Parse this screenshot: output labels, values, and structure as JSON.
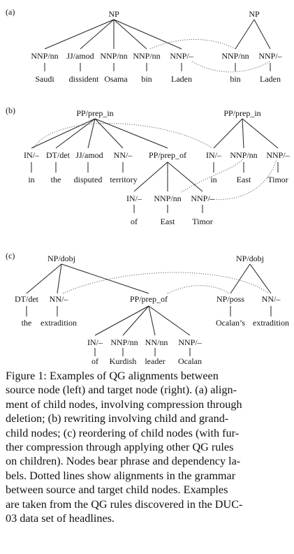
{
  "panels": [
    {
      "label": "(a)",
      "roots": [
        {
          "id": "a_src",
          "text": "NP"
        },
        {
          "id": "a_tgt",
          "text": "NP"
        }
      ],
      "nodes": [
        {
          "id": "a1",
          "text": "NNP/nn",
          "word": "Saudi"
        },
        {
          "id": "a2",
          "text": "JJ/amod",
          "word": "dissident"
        },
        {
          "id": "a3",
          "text": "NNP/nn",
          "word": "Osama"
        },
        {
          "id": "a4",
          "text": "NNP/nn",
          "word": "bin"
        },
        {
          "id": "a5",
          "text": "NNP/–",
          "word": "Laden"
        },
        {
          "id": "a6",
          "text": "NNP/nn",
          "word": "bin"
        },
        {
          "id": "a7",
          "text": "NNP/–",
          "word": "Laden"
        }
      ]
    },
    {
      "label": "(b)",
      "roots": [
        {
          "id": "b_src",
          "text": "PP/prep_in"
        },
        {
          "id": "b_tgt",
          "text": "PP/prep_in"
        }
      ],
      "nodes": [
        {
          "id": "b1",
          "text": "IN/–",
          "word": "in"
        },
        {
          "id": "b2",
          "text": "DT/det",
          "word": "the"
        },
        {
          "id": "b3",
          "text": "JJ/amod",
          "word": "disputed"
        },
        {
          "id": "b4",
          "text": "NN/–",
          "word": "territory"
        },
        {
          "id": "b5",
          "text": "PP/prep_of",
          "word": ""
        },
        {
          "id": "b6",
          "text": "IN/–",
          "word": "of"
        },
        {
          "id": "b7",
          "text": "NNP/nn",
          "word": "East"
        },
        {
          "id": "b8",
          "text": "NNP/–",
          "word": "Timor"
        },
        {
          "id": "b9",
          "text": "IN/–",
          "word": "in"
        },
        {
          "id": "b10",
          "text": "NNP/nn",
          "word": "East"
        },
        {
          "id": "b11",
          "text": "NNP/–",
          "word": "Timor"
        }
      ]
    },
    {
      "label": "(c)",
      "roots": [
        {
          "id": "c_src",
          "text": "NP/dobj"
        },
        {
          "id": "c_tgt",
          "text": "NP/dobj"
        }
      ],
      "nodes": [
        {
          "id": "c1",
          "text": "DT/det",
          "word": "the"
        },
        {
          "id": "c2",
          "text": "NN/–",
          "word": "extradition"
        },
        {
          "id": "c3",
          "text": "PP/prep_of",
          "word": ""
        },
        {
          "id": "c4",
          "text": "IN/–",
          "word": "of"
        },
        {
          "id": "c5",
          "text": "NNP/nn",
          "word": "Kurdish"
        },
        {
          "id": "c6",
          "text": "NN/nn",
          "word": "leader"
        },
        {
          "id": "c7",
          "text": "NNP/–",
          "word": "Ocalan"
        },
        {
          "id": "c8",
          "text": "NP/poss",
          "word": "Ocalan’s"
        },
        {
          "id": "c9",
          "text": "NN/–",
          "word": "extradition"
        }
      ]
    }
  ],
  "caption": {
    "lines": [
      "Figure 1:    Examples of QG alignments between",
      "source node (left) and target node (right). (a) align-",
      "ment of child nodes, involving compression through",
      "deletion; (b) rewriting involving child and grand-",
      "child nodes; (c) reordering of child nodes (with fur-",
      "ther compression through applying other QG rules",
      "on children). Nodes bear phrase and dependency la-",
      "bels. Dotted lines show alignments in the grammar",
      "between source and target child nodes.  Examples",
      "are taken from the QG rules discovered in the DUC-",
      "03 data set of headlines."
    ]
  }
}
